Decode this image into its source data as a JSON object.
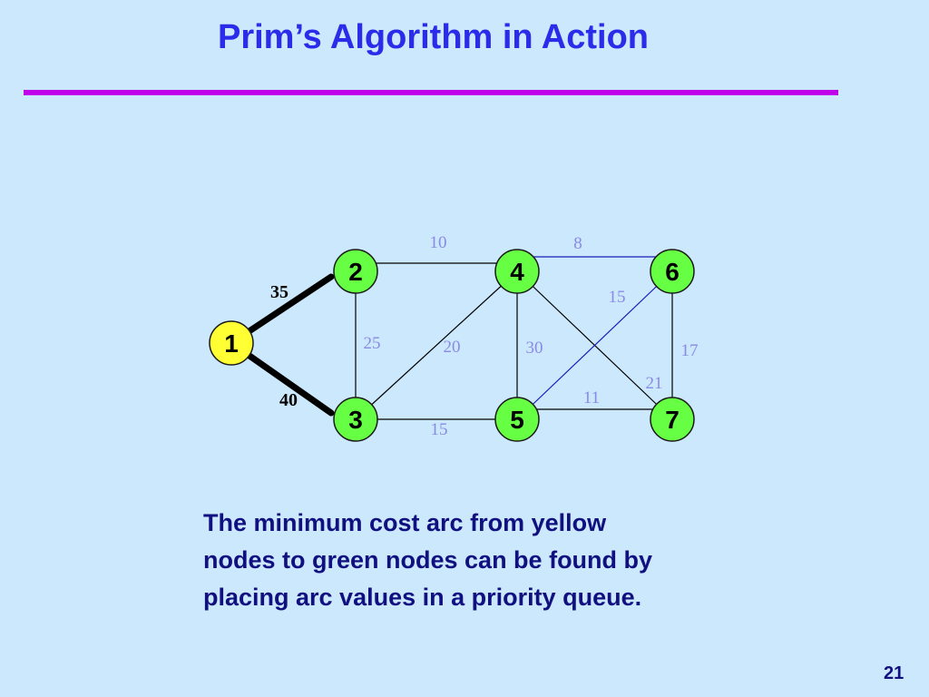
{
  "slide": {
    "title": "Prim’s Algorithm in Action",
    "caption_lines": [
      "The minimum cost arc from yellow",
      "nodes to green nodes can be found by",
      "placing arc values in a priority queue."
    ],
    "page_number": "21"
  },
  "colors": {
    "background": "#cce8fc",
    "title": "#2b2bea",
    "rule": "#c000e8",
    "yellow_node": "#ffff33",
    "green_node": "#66ff44",
    "tree_edge": "#000000",
    "plain_edge": "#000000",
    "highlight_edge": "#1b1bb8",
    "tree_weight_text": "#000000",
    "weight_text": "#8a8ae6"
  },
  "graph": {
    "nodes": [
      {
        "id": "1",
        "label": "1",
        "state": "yellow"
      },
      {
        "id": "2",
        "label": "2",
        "state": "green"
      },
      {
        "id": "3",
        "label": "3",
        "state": "green"
      },
      {
        "id": "4",
        "label": "4",
        "state": "green"
      },
      {
        "id": "5",
        "label": "5",
        "state": "green"
      },
      {
        "id": "6",
        "label": "6",
        "state": "green"
      },
      {
        "id": "7",
        "label": "7",
        "state": "green"
      }
    ],
    "edges": [
      {
        "from": "1",
        "to": "2",
        "weight": "35",
        "style": "tree"
      },
      {
        "from": "1",
        "to": "3",
        "weight": "40",
        "style": "tree"
      },
      {
        "from": "2",
        "to": "4",
        "weight": "10",
        "style": "plain"
      },
      {
        "from": "2",
        "to": "3",
        "weight": "25",
        "style": "plain"
      },
      {
        "from": "3",
        "to": "4",
        "weight": "20",
        "style": "plain"
      },
      {
        "from": "3",
        "to": "5",
        "weight": "15",
        "style": "plain"
      },
      {
        "from": "4",
        "to": "5",
        "weight": "30",
        "style": "plain"
      },
      {
        "from": "4",
        "to": "6",
        "weight": "8",
        "style": "highlight"
      },
      {
        "from": "4",
        "to": "7",
        "weight": "21",
        "style": "plain"
      },
      {
        "from": "5",
        "to": "6",
        "weight": "15",
        "style": "highlight"
      },
      {
        "from": "5",
        "to": "7",
        "weight": "11",
        "style": "plain"
      },
      {
        "from": "6",
        "to": "7",
        "weight": "17",
        "style": "plain"
      }
    ]
  }
}
